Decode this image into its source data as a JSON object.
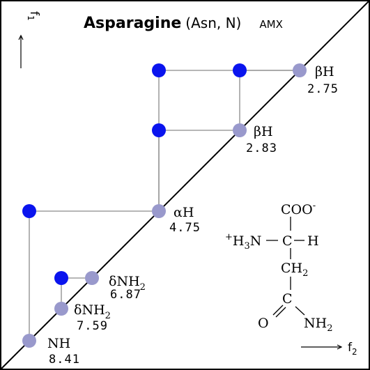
{
  "title": {
    "name": "Asparagine",
    "abbrev": "(Asn, N)",
    "system": "AMX"
  },
  "axes": {
    "f1": {
      "label": "f",
      "sub": "1"
    },
    "f2": {
      "label": "f",
      "sub": "2"
    }
  },
  "colors": {
    "diagonal_peak": "#9999cc",
    "cross_peak": "#0a14ee"
  },
  "shifts": [
    {
      "id": "NH",
      "greek": "",
      "base": "NH",
      "sub": "",
      "value": "8.41"
    },
    {
      "id": "dNH2a",
      "greek": "δ",
      "base": "NH",
      "sub": "2",
      "value": "7.59"
    },
    {
      "id": "dNH2b",
      "greek": "δ",
      "base": "NH",
      "sub": "2",
      "value": "6.87"
    },
    {
      "id": "aH",
      "greek": "α",
      "base": "H",
      "sub": "",
      "value": "4.75"
    },
    {
      "id": "bH1",
      "greek": "β",
      "base": "H",
      "sub": "",
      "value": "2.83"
    },
    {
      "id": "bH2",
      "greek": "β",
      "base": "H",
      "sub": "",
      "value": "2.75"
    }
  ],
  "cross_peaks": [
    {
      "between": [
        "NH",
        "aH"
      ]
    },
    {
      "between": [
        "dNH2a",
        "dNH2b"
      ]
    },
    {
      "between": [
        "aH",
        "bH1"
      ]
    },
    {
      "between": [
        "aH",
        "bH2"
      ]
    },
    {
      "between": [
        "bH1",
        "bH2"
      ]
    }
  ],
  "structure": {
    "carboxyl": "COO",
    "carboxyl_charge": "-",
    "amine_charge": "+",
    "amine_H": "H",
    "amine_sub": "3",
    "amine_N": "N",
    "alpha_C": "C",
    "alpha_H": "H",
    "ch2_base": "CH",
    "ch2_sub": "2",
    "amide_C": "C",
    "amide_O": "O",
    "amide_N_base": "NH",
    "amide_N_sub": "2"
  }
}
